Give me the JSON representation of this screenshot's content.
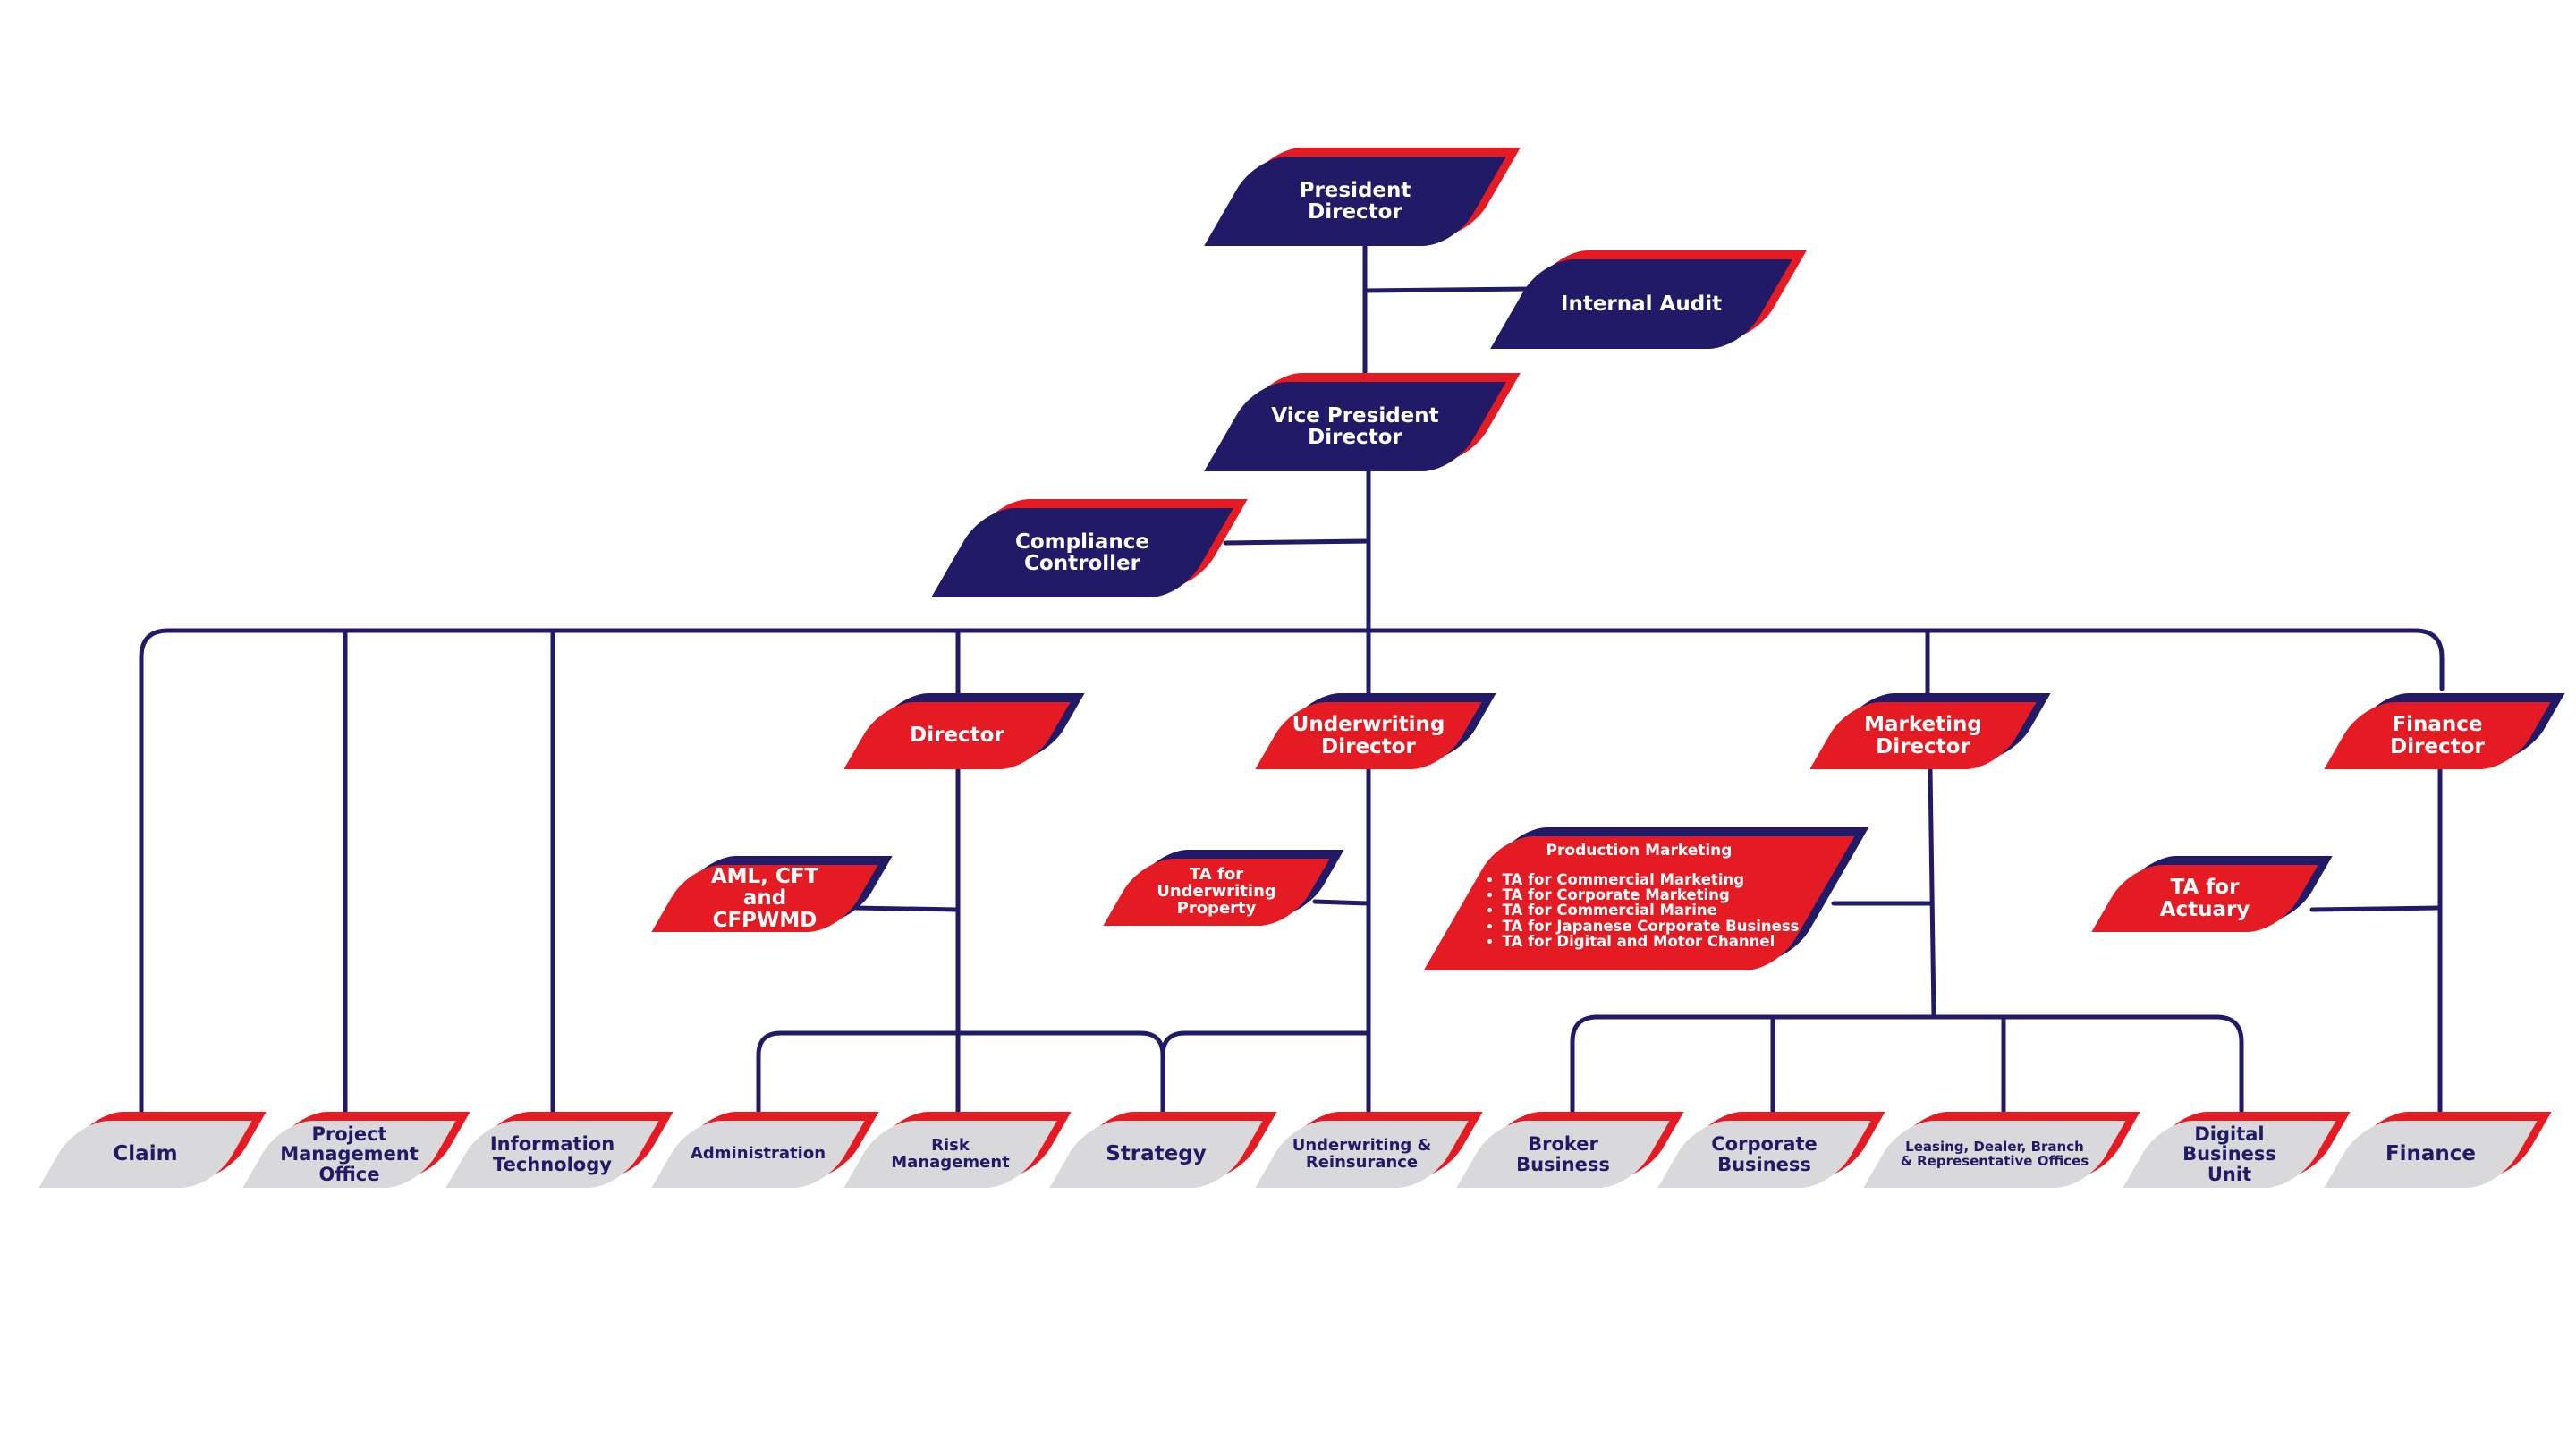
{
  "colors": {
    "navy": "#211a66",
    "red": "#e41b23",
    "grey": "#d9d9dc",
    "line": "#211a66"
  },
  "nodes": {
    "president_director": "President Director",
    "internal_audit": "Internal Audit",
    "vice_president_director": "Vice President Director",
    "compliance_controller": "Compliance Controller",
    "director": "Director",
    "underwriting_director": "Underwriting Director",
    "marketing_director": "Marketing Director",
    "finance_director": "Finance Director",
    "aml_cft_cfpwmd": "AML, CFT and CFPWMD",
    "ta_underwriting_property": "TA for Underwriting Property",
    "production_marketing": {
      "title": "Production Marketing",
      "items": [
        "TA for Commercial Marketing",
        "TA for Corporate Marketing",
        "TA for Commercial Marine",
        "TA for Japanese Corporate Business",
        "TA for Digital and Motor Channel"
      ]
    },
    "ta_actuary": "TA for Actuary",
    "claim": "Claim",
    "project_management_office": "Project Management Office",
    "information_technology": "Information Technology",
    "administration": "Administration",
    "risk_management": "Risk Management",
    "strategy": "Strategy",
    "underwriting_reinsurance": "Underwriting & Reinsurance",
    "broker_business": "Broker Business",
    "corporate_business": "Corporate Business",
    "leasing_dealer_branch": "Leasing, Dealer, Branch & Representative Offices",
    "digital_business_unit": "Digital Business Unit",
    "finance": "Finance"
  }
}
